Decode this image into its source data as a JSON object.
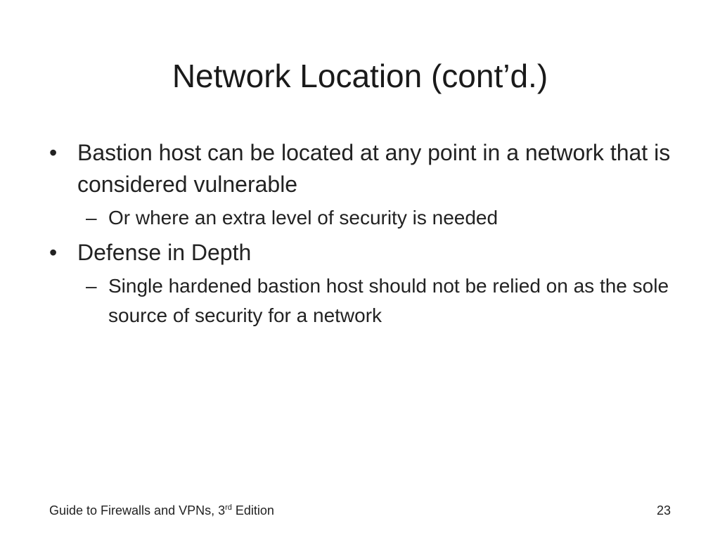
{
  "slide": {
    "title": "Network Location (cont’d.)",
    "bullets": [
      {
        "marker": "•",
        "text": "Bastion host can be located at any point in a network that is considered vulnerable",
        "subs": [
          {
            "marker": "–",
            "text": "Or where an extra level of security is needed"
          }
        ]
      },
      {
        "marker": "•",
        "text": "Defense in Depth",
        "subs": [
          {
            "marker": "–",
            "text": "Single hardened bastion host should not be relied on as the sole source of security for a network"
          }
        ]
      }
    ],
    "footer": {
      "book_title": "Guide to Firewalls and VPNs, 3",
      "edition_sup": "rd",
      "edition_text": " Edition",
      "page_number": "23"
    }
  }
}
